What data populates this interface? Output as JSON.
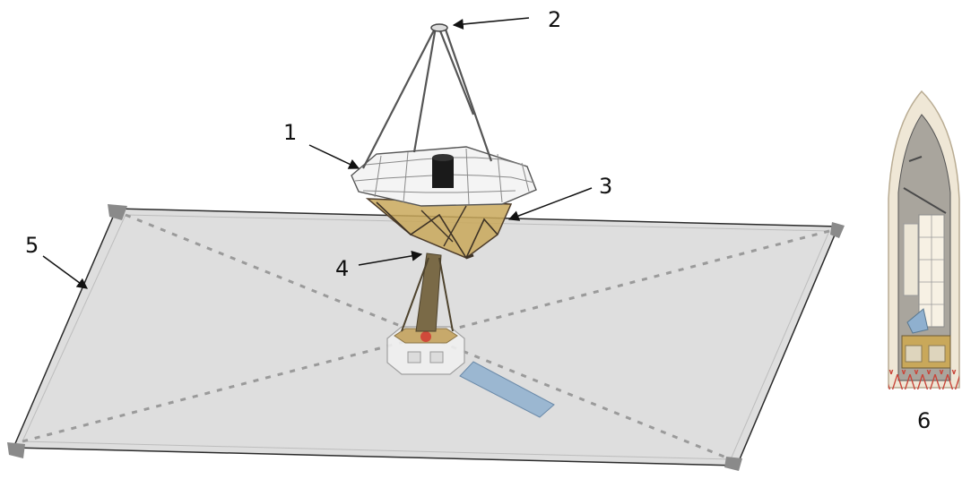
{
  "callouts": [
    {
      "id": "1",
      "label": "1"
    },
    {
      "id": "2",
      "label": "2"
    },
    {
      "id": "3",
      "label": "3"
    },
    {
      "id": "4",
      "label": "4"
    },
    {
      "id": "5",
      "label": "5"
    },
    {
      "id": "6",
      "label": "6"
    }
  ],
  "colors": {
    "sunshade": "#d8d8d8",
    "sunshade_edge": "#2a2a2a",
    "mirror_segment": "#ffffff",
    "mirror_edge": "#6a6a6a",
    "truss": "#5b4b3a",
    "bus_gold": "#d6b24a",
    "baffle": "#1a1a1a",
    "radiator": "#8fb0cf",
    "fairing": "#efe7d6",
    "fairing_edge": "#b9ac93"
  }
}
